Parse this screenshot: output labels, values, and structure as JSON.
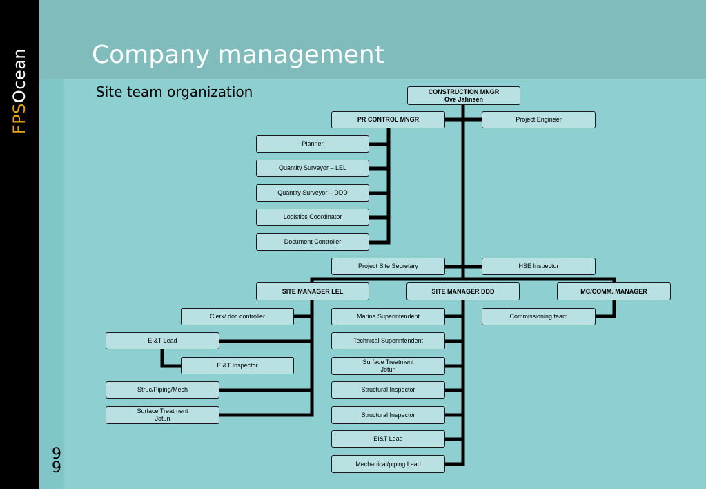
{
  "brand": {
    "part1": "FPS",
    "part2": "Ocean",
    "colors": {
      "part1": "#e8a317",
      "part2": "#ffffff"
    }
  },
  "title": "Company management",
  "subtitle": "Site team organization",
  "page_number": {
    "line1": "9",
    "line2": "9"
  },
  "colors": {
    "background": "#8ecfd1",
    "header": "#7fbcbb",
    "box_fill": "#b9e1e4",
    "connector": "#000000"
  },
  "org": {
    "construction_mngr": {
      "line1": "CONSTRUCTION MNGR",
      "line2": "Ove Jahnsen"
    },
    "pr_control_mngr": "PR CONTROL MNGR",
    "project_engineer": "Project Engineer",
    "planner": "Planner",
    "qs_lel": "Quantity Surveyor – LEL",
    "qs_ddd": "Quantity Surveyor – DDD",
    "logistics": "Logistics Coordinator",
    "doc_controller": "Document Controller",
    "site_secretary": "Project Site Secretary",
    "hse_inspector": "HSE Inspector",
    "site_manager_lel": "SITE MANAGER LEL",
    "site_manager_ddd": "SITE MANAGER DDD",
    "mc_comm_manager": "MC/COMM. MANAGER",
    "clerk": "Clerk/ doc controller",
    "eit_lead_lel": "EI&T Lead",
    "eit_inspector": "EI&T Inspector",
    "struc_piping": "Struc/Piping/Mech",
    "surface_lel": {
      "line1": "Surface Treatment",
      "line2": "Jotun"
    },
    "marine_super": "Marine Superintendent",
    "technical_super": "Technical Superintendent",
    "surface_ddd": {
      "line1": "Surface Treatment",
      "line2": "Jotun"
    },
    "structural_1": "Structural Inspector",
    "structural_2": "Structural Inspector",
    "eit_lead_ddd": "EI&T Lead",
    "mech_piping": "Mechanical/piping Lead",
    "commissioning": "Commissioning team"
  }
}
